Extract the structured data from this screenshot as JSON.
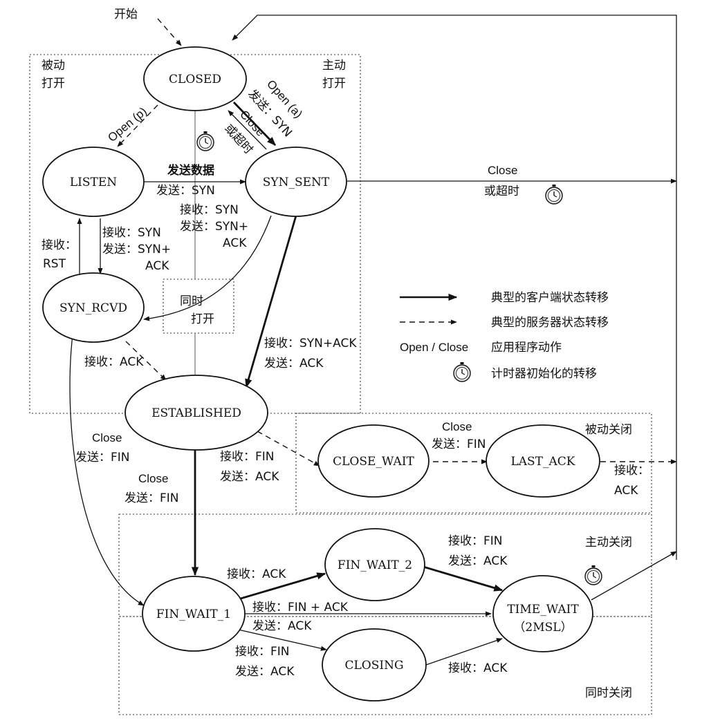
{
  "states": {
    "closed": "CLOSED",
    "listen": "LISTEN",
    "syn_sent": "SYN_SENT",
    "syn_rcvd": "SYN_RCVD",
    "established": "ESTABLISHED",
    "close_wait": "CLOSE_WAIT",
    "last_ack": "LAST_ACK",
    "fin_wait_1": "FIN_WAIT_1",
    "fin_wait_2": "FIN_WAIT_2",
    "closing": "CLOSING",
    "time_wait": "TIME_WAIT",
    "time_wait_sub": "（2MSL）"
  },
  "regions": {
    "start": "开始",
    "passive_open_1": "被动",
    "passive_open_2": "打开",
    "active_open_1": "主动",
    "active_open_2": "打开",
    "simultaneous_open_1": "同时",
    "simultaneous_open_2": "打开",
    "passive_close": "被动关闭",
    "active_close": "主动关闭",
    "simultaneous_close": "同时关闭"
  },
  "transitions": {
    "open_p": "Open (p)",
    "open_a": "Open (a)",
    "send_syn_a": "发送：SYN",
    "close_timeout_1": "Close",
    "close_timeout_2": "或超时",
    "send_data_1": "发送数据",
    "send_data_2": "发送：SYN",
    "sent_close_1": "Close",
    "sent_close_2": "或超时",
    "sent_recv_syn_1": "接收：SYN",
    "sent_recv_syn_2": "发送：SYN+",
    "sent_recv_syn_3": "ACK",
    "listen_recv_syn_1": "接收：SYN",
    "listen_recv_syn_2": "发送：SYN+",
    "listen_recv_syn_3": "ACK",
    "recv_rst_1": "接收：",
    "recv_rst_2": "RST",
    "recv_ack": "接收：ACK",
    "recv_synack_1": "接收：SYN+ACK",
    "recv_synack_2": "发送：ACK",
    "est_close_left_1": "Close",
    "est_close_left_2": "发送：FIN",
    "est_close_down_1": "Close",
    "est_close_down_2": "发送：FIN",
    "est_recv_fin_1": "接收：FIN",
    "est_recv_fin_2": "发送：ACK",
    "cw_close_1": "Close",
    "cw_close_2": "发送：FIN",
    "la_recv_ack_1": "接收：",
    "la_recv_ack_2": "ACK",
    "fw1_recv_ack": "接收：ACK",
    "fw1_recv_finack_1": "接收：FIN + ACK",
    "fw1_recv_finack_2": "发送：ACK",
    "fw1_recv_fin_1": "接收：FIN",
    "fw1_recv_fin_2": "发送：ACK",
    "fw2_recv_fin_1": "接收：FIN",
    "fw2_recv_fin_2": "发送：ACK",
    "closing_recv_ack": "接收：ACK"
  },
  "legend": {
    "client": "典型的客户端状态转移",
    "server": "典型的服务器状态转移",
    "app_key": "Open / Close",
    "app": "应用程序动作",
    "timer": "计时器初始化的转移"
  },
  "icons": {
    "timer": "stopwatch-icon"
  }
}
